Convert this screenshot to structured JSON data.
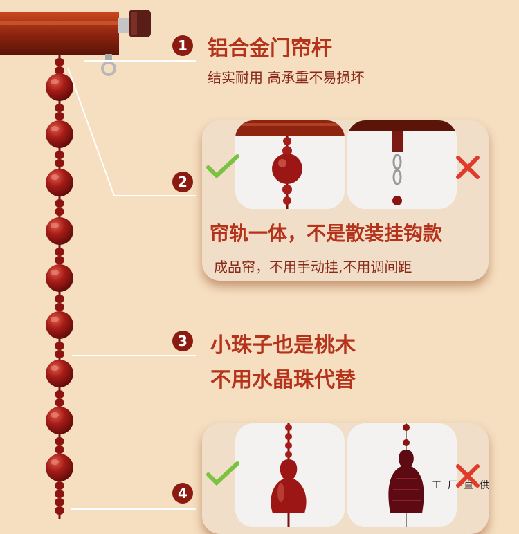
{
  "colors": {
    "background": "#f5dfc0",
    "bead": "#8b1410",
    "heading": "#b5321b",
    "badge": "#8b1a10",
    "check": "#7cc242",
    "cross": "#e03a2c"
  },
  "features": [
    {
      "number": "1",
      "title": "铝合金门帘杆",
      "subtitle": "结实耐用 高承重不易损坏"
    },
    {
      "number": "2",
      "title": "帘轨一体，不是散装挂钩款",
      "subtitle": "成品帘，不用手动挂,不用调间距"
    },
    {
      "number": "3",
      "title": "小珠子也是桃木",
      "subtitle": "不用水晶珠代替"
    },
    {
      "number": "4"
    }
  ],
  "icons": {
    "correct": "check-icon",
    "wrong": "cross-icon"
  },
  "watermark": "工厂直供"
}
